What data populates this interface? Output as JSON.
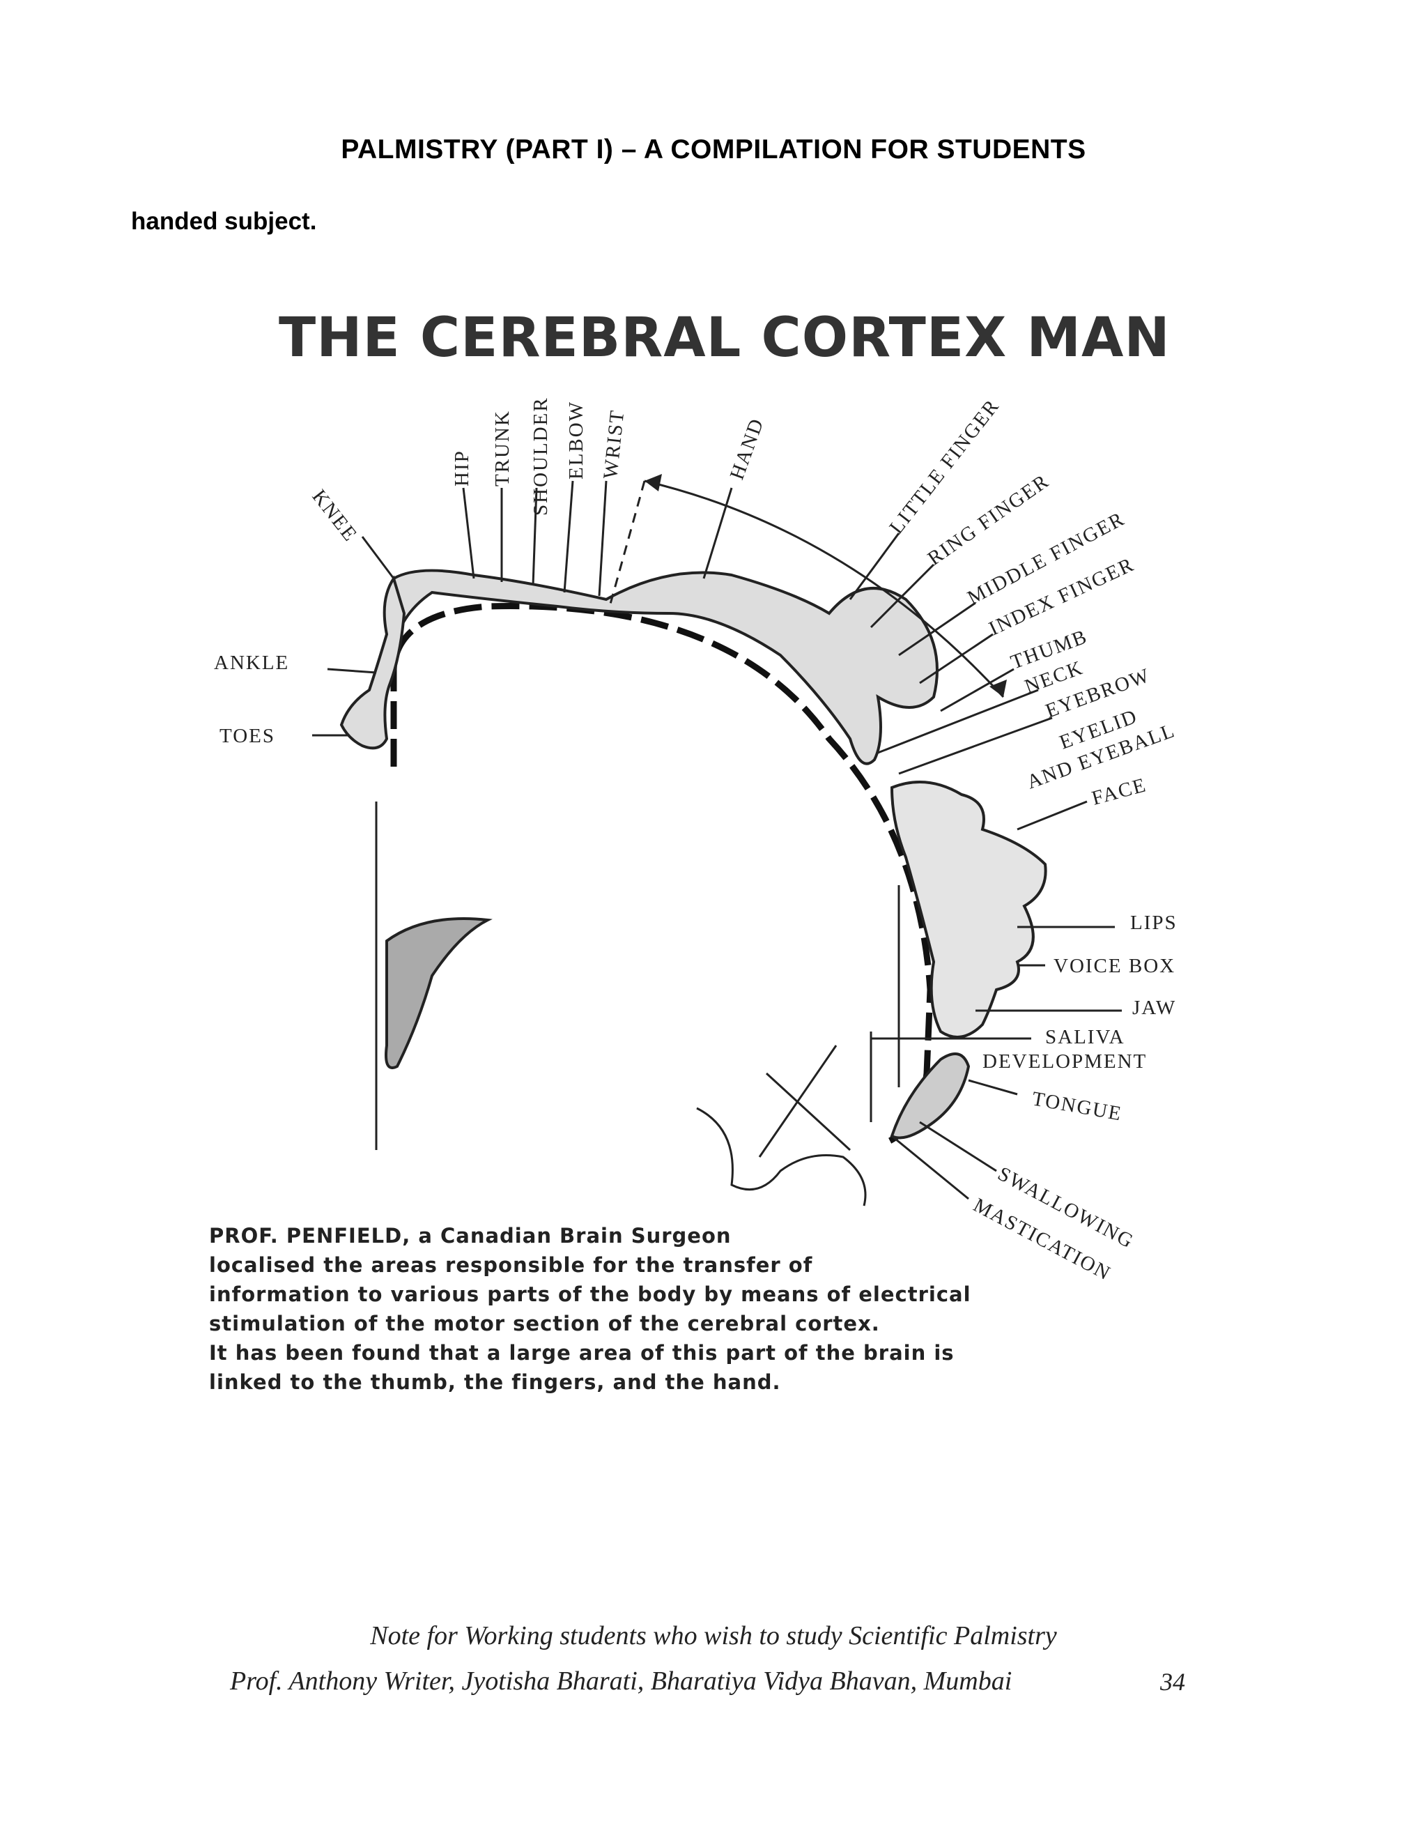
{
  "header": {
    "title": "PALMISTRY    (PART I) – A COMPILATION FOR STUDENTS"
  },
  "intro": {
    "text": "handed subject."
  },
  "figure": {
    "title": "THE CEREBRAL CORTEX MAN",
    "labels": {
      "knee": "KNEE",
      "hip": "HIP",
      "trunk": "TRUNK",
      "shoulder": "SHOULDER",
      "elbow": "ELBOW",
      "wrist": "WRIST",
      "hand": "HAND",
      "little_finger": "LITTLE FINGER",
      "ring_finger": "RING FINGER",
      "middle_finger": "MIDDLE FINGER",
      "index_finger": "INDEX FINGER",
      "thumb": "THUMB",
      "neck": "NECK",
      "eyebrow": "EYEBROW",
      "eyelid_1": "EYELID",
      "eyelid_2": "AND EYEBALL",
      "face": "FACE",
      "ankle": "ANKLE",
      "toes": "TOES",
      "lips": "LIPS",
      "voice_box": "VOICE BOX",
      "jaw": "JAW",
      "saliva": "SALIVA",
      "development": "DEVELOPMENT",
      "tongue": "TONGUE",
      "swallowing": "SWALLOWING",
      "mastication": "MASTICATION"
    }
  },
  "caption": {
    "lead": "PROF. PENFIELD,",
    "line1_rest": " a Canadian Brain Surgeon",
    "line2": "localised the areas responsible for the transfer of",
    "line3": "information to various parts of the body by means of electrical",
    "line4": "stimulation of the motor section of the cerebral cortex.",
    "line5": "It has been found that a large area of this part of the brain is",
    "line6": "linked to the thumb, the fingers, and the hand."
  },
  "footer": {
    "line1": "Note for Working students who wish to study Scientific Palmistry",
    "line2": "Prof. Anthony Writer, Jyotisha Bharati, Bharatiya Vidya Bhavan,  Mumbai",
    "page_number": "34"
  }
}
